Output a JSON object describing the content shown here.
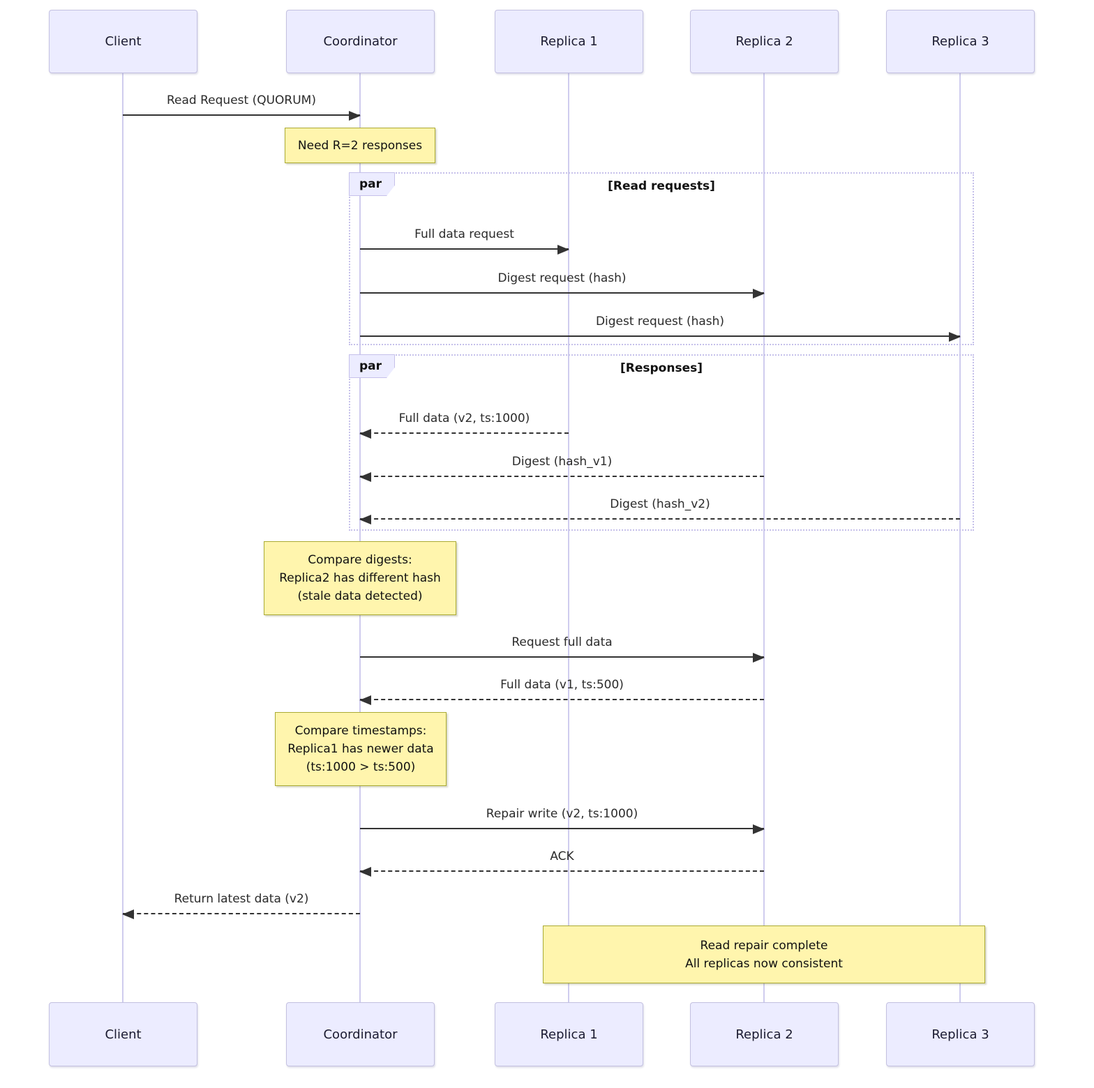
{
  "diagram": {
    "type": "sequence-diagram",
    "topic": "Read repair with quorum reads across replicas",
    "actors": [
      {
        "id": "client",
        "label": "Client"
      },
      {
        "id": "coordinator",
        "label": "Coordinator"
      },
      {
        "id": "replica1",
        "label": "Replica 1"
      },
      {
        "id": "replica2",
        "label": "Replica 2"
      },
      {
        "id": "replica3",
        "label": "Replica 3"
      }
    ],
    "blocks": [
      {
        "label": "par",
        "guard": "[Read requests]"
      },
      {
        "label": "par",
        "guard": "[Responses]"
      }
    ],
    "messages": [
      {
        "from": "Client",
        "to": "Coordinator",
        "text": "Read Request (QUORUM)",
        "line": "solid",
        "direction": "right"
      },
      {
        "from": "Coordinator",
        "to": "Replica 1",
        "text": "Full data request",
        "line": "solid",
        "direction": "right"
      },
      {
        "from": "Coordinator",
        "to": "Replica 2",
        "text": "Digest request (hash)",
        "line": "solid",
        "direction": "right"
      },
      {
        "from": "Coordinator",
        "to": "Replica 3",
        "text": "Digest request (hash)",
        "line": "solid",
        "direction": "right"
      },
      {
        "from": "Replica 1",
        "to": "Coordinator",
        "text": "Full data (v2, ts:1000)",
        "line": "dashed",
        "direction": "left"
      },
      {
        "from": "Replica 2",
        "to": "Coordinator",
        "text": "Digest (hash_v1)",
        "line": "dashed",
        "direction": "left"
      },
      {
        "from": "Replica 3",
        "to": "Coordinator",
        "text": "Digest (hash_v2)",
        "line": "dashed",
        "direction": "left"
      },
      {
        "from": "Coordinator",
        "to": "Replica 2",
        "text": "Request full data",
        "line": "solid",
        "direction": "right"
      },
      {
        "from": "Replica 2",
        "to": "Coordinator",
        "text": "Full data (v1, ts:500)",
        "line": "dashed",
        "direction": "left"
      },
      {
        "from": "Coordinator",
        "to": "Replica 2",
        "text": "Repair write (v2, ts:1000)",
        "line": "solid",
        "direction": "right"
      },
      {
        "from": "Replica 2",
        "to": "Coordinator",
        "text": "ACK",
        "line": "dashed",
        "direction": "left"
      },
      {
        "from": "Coordinator",
        "to": "Client",
        "text": "Return latest data (v2)",
        "line": "dashed",
        "direction": "left"
      }
    ],
    "notes": [
      {
        "over": "Coordinator",
        "lines": [
          "Need R=2 responses"
        ]
      },
      {
        "over": "Coordinator",
        "lines": [
          "Compare digests:",
          "Replica2 has different hash",
          "(stale data detected)"
        ]
      },
      {
        "over": "Coordinator",
        "lines": [
          "Compare timestamps:",
          "Replica1 has newer data",
          "(ts:1000 > ts:500)"
        ]
      },
      {
        "over": "Replica 1, Replica 3",
        "lines": [
          "Read repair complete",
          "All replicas now consistent"
        ]
      }
    ],
    "colors": {
      "actor_fill": "#ECECFF",
      "actor_border": "#c3c0e0",
      "lifeline": "#cfccee",
      "note_fill": "#FFF5AD",
      "note_border": "#AAAA33",
      "arrow": "#333333",
      "block_border": "#c5c0ea",
      "text": "#2b2b2b",
      "bg": "#ffffff"
    }
  }
}
